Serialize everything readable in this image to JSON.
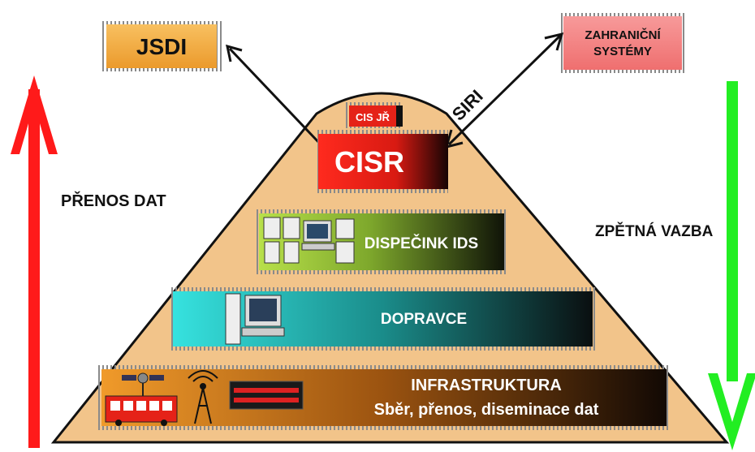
{
  "nodes": {
    "jsdi": "JSDI",
    "zahranicni_line1": "ZAHRANIČNÍ",
    "zahranicni_line2": "SYSTÉMY",
    "cis_jr": "CIS JŘ",
    "cisr": "CISR",
    "dispecink": "DISPEČINK IDS",
    "dopravce": "DOPRAVCE",
    "infrastruktura_line1": "INFRASTRUKTURA",
    "infrastruktura_line2": "Sběr, přenos, diseminace dat"
  },
  "labels": {
    "siri": "SIRI",
    "prenos_dat": "PŘENOS DAT",
    "zpetna_vazba": "ZPĚTNÁ VAZBA"
  },
  "colors": {
    "pyramid": "#f2c48a",
    "jsdi": "#f2a93b",
    "zahranicni": "#f07a7a",
    "cisr": "#e52218",
    "dispecink": "#a7d43a",
    "dopravce": "#2fd3d0",
    "infrastruktura": "#e7861c",
    "up_arrow": "#ff1a1a",
    "down_arrow": "#22ee22"
  },
  "icons": [
    "computer-icon",
    "bus-icon",
    "satellite-icon",
    "radio-tower-icon",
    "led-display-icon"
  ]
}
